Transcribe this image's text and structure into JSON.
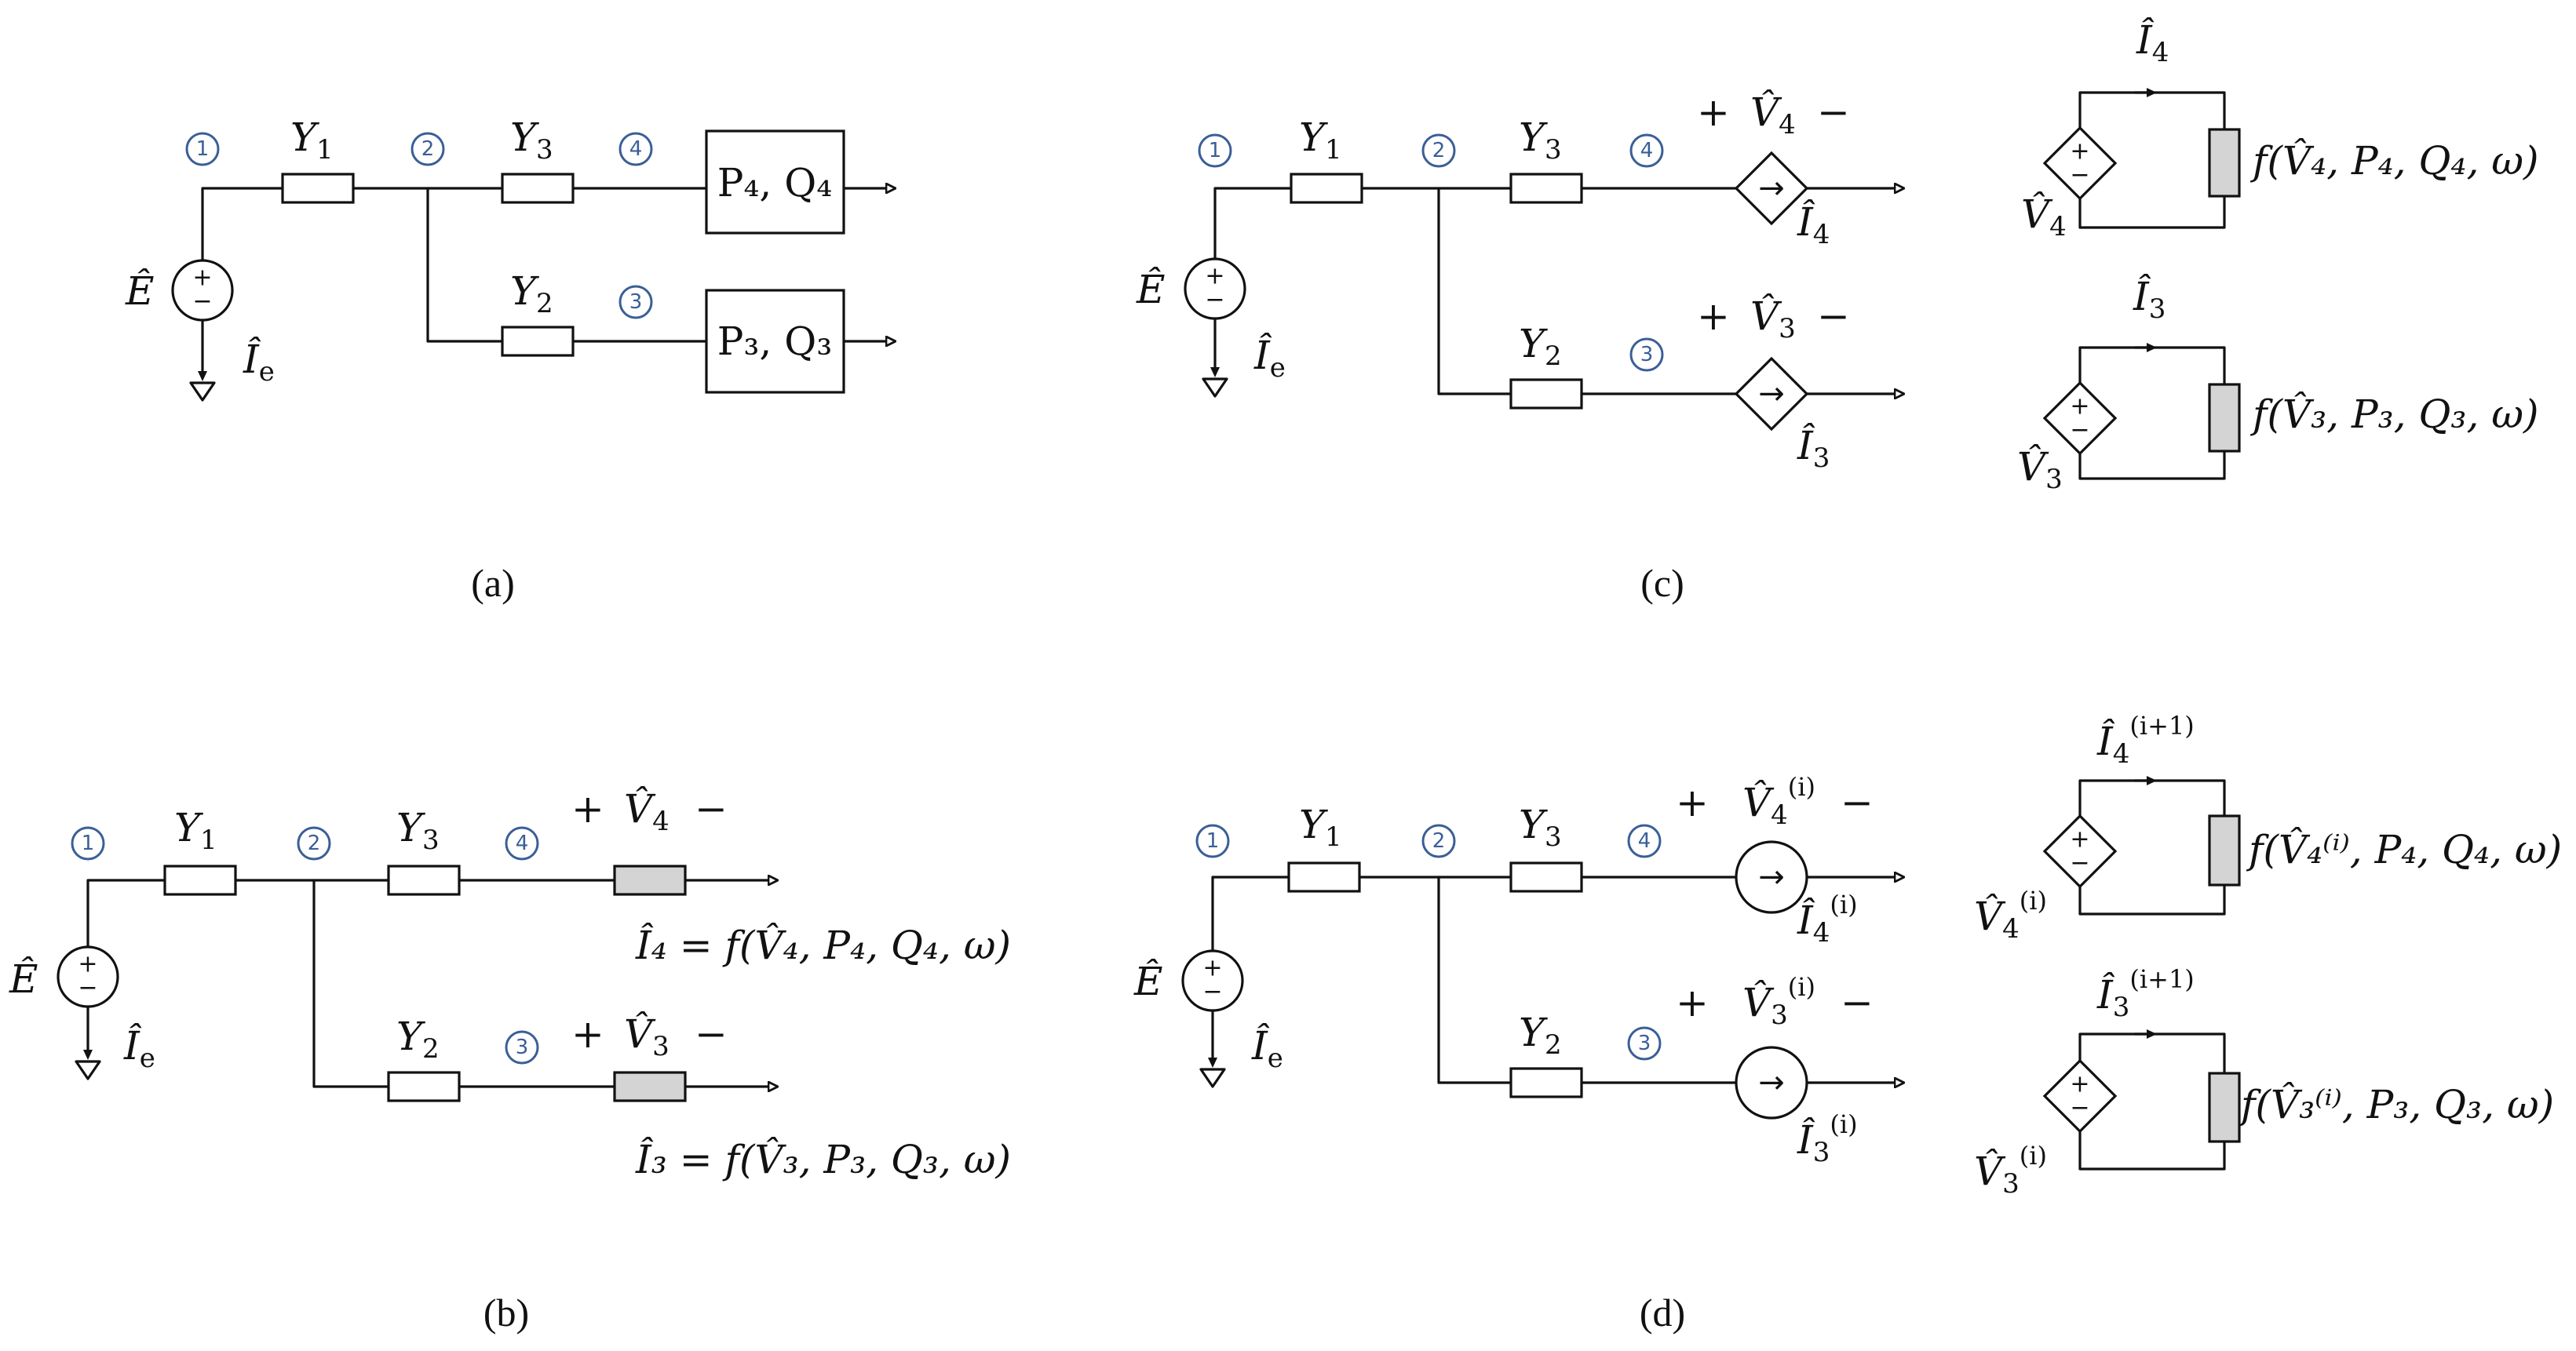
{
  "panels": {
    "a": {
      "caption": "(a)",
      "nodes": [
        "1",
        "2",
        "4",
        "3"
      ],
      "E": "Ê",
      "Ie_base": "Î",
      "Ie_sub": "e",
      "Y1": "Y",
      "Y1_sub": "1",
      "Y3": "Y",
      "Y3_sub": "3",
      "Y2": "Y",
      "Y2_sub": "2",
      "load4": "P₄, Q₄",
      "load3": "P₃, Q₃"
    },
    "b": {
      "caption": "(b)",
      "nodes": [
        "1",
        "2",
        "4",
        "3"
      ],
      "E": "Ê",
      "Ie_base": "Î",
      "Ie_sub": "e",
      "Y1": "Y",
      "Y1_sub": "1",
      "Y3": "Y",
      "Y3_sub": "3",
      "Y2": "Y",
      "Y2_sub": "2",
      "V4_plus": "+",
      "V4_base": "V̂",
      "V4_sub": "4",
      "V4_minus": "−",
      "V3_plus": "+",
      "V3_base": "V̂",
      "V3_sub": "3",
      "V3_minus": "−",
      "eq4": "Î₄ = f(V̂₄, P₄, Q₄, ω)",
      "eq3": "Î₃ = f(V̂₃, P₃, Q₃, ω)"
    },
    "c": {
      "caption": "(c)",
      "nodes": [
        "1",
        "2",
        "4",
        "3"
      ],
      "E": "Ê",
      "Ie_base": "Î",
      "Ie_sub": "e",
      "Y1": "Y",
      "Y1_sub": "1",
      "Y3": "Y",
      "Y3_sub": "3",
      "Y2": "Y",
      "Y2_sub": "2",
      "V4_plus": "+",
      "V4_base": "V̂",
      "V4_sub": "4",
      "V4_minus": "−",
      "V3_plus": "+",
      "V3_base": "V̂",
      "V3_sub": "3",
      "V3_minus": "−",
      "I4_base": "Î",
      "I4_sub": "4",
      "I3_base": "Î",
      "I3_sub": "3",
      "side4": {
        "I_base": "Î",
        "I_sub": "4",
        "V_base": "V̂",
        "V_sub": "4",
        "func": "f(V̂₄, P₄, Q₄, ω)"
      },
      "side3": {
        "I_base": "Î",
        "I_sub": "3",
        "V_base": "V̂",
        "V_sub": "3",
        "func": "f(V̂₃, P₃, Q₃, ω)"
      }
    },
    "d": {
      "caption": "(d)",
      "nodes": [
        "1",
        "2",
        "4",
        "3"
      ],
      "E": "Ê",
      "Ie_base": "Î",
      "Ie_sub": "e",
      "Y1": "Y",
      "Y1_sub": "1",
      "Y3": "Y",
      "Y3_sub": "3",
      "Y2": "Y",
      "Y2_sub": "2",
      "V4_plus": "+",
      "V4_base": "V̂",
      "V4_sub": "4",
      "V4_sup": "(i)",
      "V4_minus": "−",
      "V3_plus": "+",
      "V3_base": "V̂",
      "V3_sub": "3",
      "V3_sup": "(i)",
      "V3_minus": "−",
      "I4_base": "Î",
      "I4_sub": "4",
      "I4_sup": "(i)",
      "I3_base": "Î",
      "I3_sub": "3",
      "I3_sup": "(i)",
      "side4": {
        "I_base": "Î",
        "I_sub": "4",
        "I_sup": "(i+1)",
        "V_base": "V̂",
        "V_sub": "4",
        "V_sup": "(i)",
        "func": "f(V̂₄⁽ⁱ⁾, P₄, Q₄, ω)"
      },
      "side3": {
        "I_base": "Î",
        "I_sub": "3",
        "I_sup": "(i+1)",
        "V_base": "V̂",
        "V_sub": "3",
        "V_sup": "(i)",
        "func": "f(V̂₃⁽ⁱ⁾, P₃, Q₃, ω)"
      }
    }
  },
  "symbols": {
    "plus": "+",
    "minus": "−",
    "arrow": "→"
  }
}
